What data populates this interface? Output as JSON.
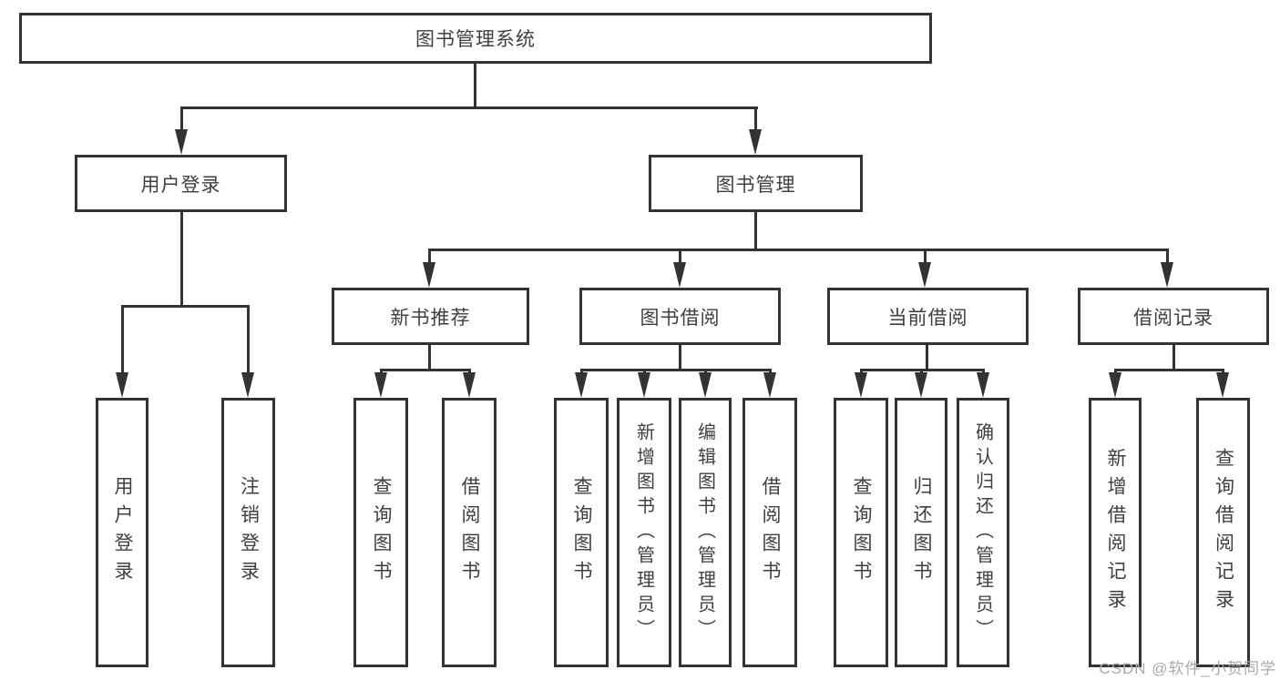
{
  "diagram": {
    "root": {
      "label": "图书管理系统"
    },
    "level2": [
      {
        "label": "用户登录"
      },
      {
        "label": "图书管理"
      }
    ],
    "level3": [
      {
        "label": "新书推荐"
      },
      {
        "label": "图书借阅"
      },
      {
        "label": "当前借阅"
      },
      {
        "label": "借阅记录"
      }
    ],
    "leaves": [
      {
        "label": "用户登录"
      },
      {
        "label": "注销登录"
      },
      {
        "label": "查询图书"
      },
      {
        "label": "借阅图书"
      },
      {
        "label": "查询图书"
      },
      {
        "label": "新增图书（管理员）"
      },
      {
        "label": "编辑图书（管理员）"
      },
      {
        "label": "借阅图书"
      },
      {
        "label": "查询图书"
      },
      {
        "label": "归还图书"
      },
      {
        "label": "确认归还（管理员）"
      },
      {
        "label": "新增借阅记录"
      },
      {
        "label": "查询借阅记录"
      }
    ]
  },
  "watermark": {
    "text": "CSDN @软件_小贺同学"
  },
  "colors": {
    "line": "#333333",
    "text": "#3f3f3f",
    "background": "#ffffff",
    "watermark": "#a9a9a9"
  }
}
